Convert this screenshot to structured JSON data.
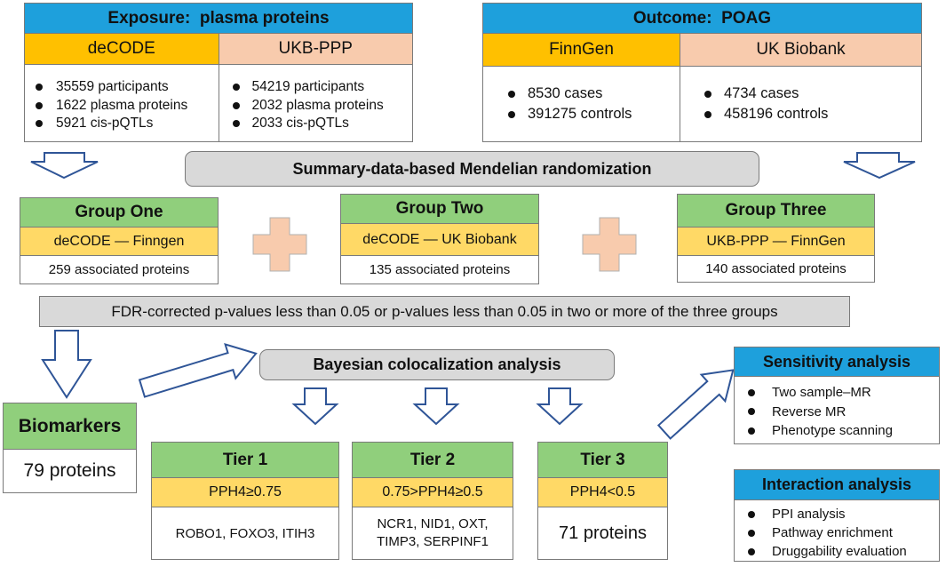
{
  "exposure": {
    "title": "Exposure:  plasma proteins",
    "sources": [
      {
        "name": "deCODE",
        "bullets": [
          "35559 participants",
          "1622 plasma proteins",
          "5921 cis-pQTLs"
        ]
      },
      {
        "name": "UKB-PPP",
        "bullets": [
          "54219 participants",
          "2032 plasma proteins",
          "2033 cis-pQTLs"
        ]
      }
    ]
  },
  "outcome": {
    "title": "Outcome:  POAG",
    "sources": [
      {
        "name": "FinnGen",
        "bullets": [
          "8530 cases",
          "391275 controls"
        ]
      },
      {
        "name": "UK Biobank",
        "bullets": [
          "4734 cases",
          "458196 controls"
        ]
      }
    ]
  },
  "smr": "Summary-data-based Mendelian randomization",
  "groups": [
    {
      "title": "Group One",
      "pair": "deCODE — Finngen",
      "result": "259 associated proteins"
    },
    {
      "title": "Group Two",
      "pair": "deCODE — UK Biobank",
      "result": "135 associated proteins"
    },
    {
      "title": "Group Three",
      "pair": "UKB-PPP — FinnGen",
      "result": "140 associated proteins"
    }
  ],
  "filter": "FDR-corrected p-values less than 0.05 or p-values less than 0.05 in two or more of the three groups",
  "coloc": "Bayesian colocalization analysis",
  "biomarkers": {
    "title": "Biomarkers",
    "value": "79 proteins"
  },
  "tiers": [
    {
      "title": "Tier 1",
      "threshold": "PPH4≥0.75",
      "proteins": "ROBO1, FOXO3, ITIH3"
    },
    {
      "title": "Tier 2",
      "threshold": "0.75>PPH4≥0.5",
      "proteins": "NCR1, NID1, OXT,\nTIMP3, SERPINF1"
    },
    {
      "title": "Tier 3",
      "threshold": "PPH4<0.5",
      "proteins": "71 proteins"
    }
  ],
  "sensitivity": {
    "title": "Sensitivity analysis",
    "bullets": [
      "Two sample–MR",
      "Reverse MR",
      "Phenotype scanning"
    ]
  },
  "interaction": {
    "title": "Interaction analysis",
    "bullets": [
      "PPI analysis",
      "Pathway enrichment",
      "Druggability evaluation"
    ]
  },
  "colors": {
    "blue": "#1ea0dc",
    "orange": "#ffc000",
    "peach": "#f8cbad",
    "green": "#90cf7c",
    "lightorange": "#ffd966",
    "gray": "#d9d9d9",
    "border": "#7a7a7a",
    "arrow": "#2f5597"
  }
}
